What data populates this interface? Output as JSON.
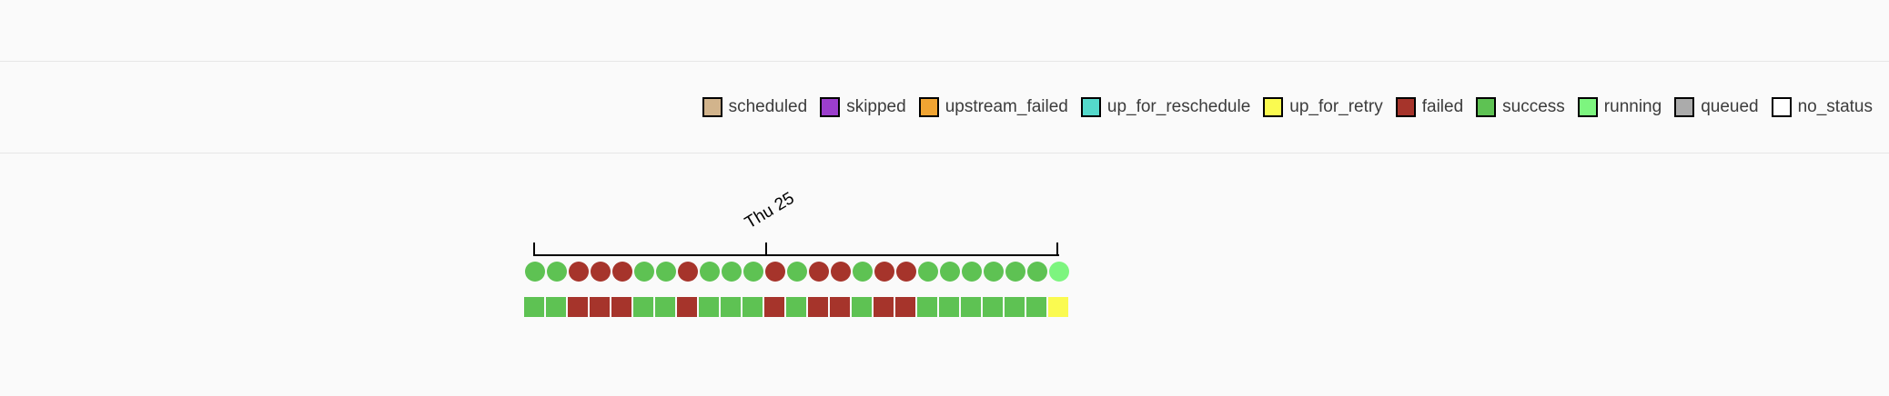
{
  "app": {
    "name": "airflow-tree-view",
    "background_color": "#FAFAFA",
    "divider_color": "#E7E7E7"
  },
  "legend": {
    "items": [
      {
        "label": "scheduled",
        "color": "#D2B48C"
      },
      {
        "label": "skipped",
        "color": "#9C3ECD"
      },
      {
        "label": "upstream_failed",
        "color": "#F0A432"
      },
      {
        "label": "up_for_reschedule",
        "color": "#54D9CB"
      },
      {
        "label": "up_for_retry",
        "color": "#FAFA50"
      },
      {
        "label": "failed",
        "color": "#A6342B"
      },
      {
        "label": "success",
        "color": "#5EC253"
      },
      {
        "label": "running",
        "color": "#7DF57F"
      },
      {
        "label": "queued",
        "color": "#ABABAB"
      },
      {
        "label": "no_status",
        "color": "#FFFFFF"
      }
    ]
  },
  "chart_data": {
    "type": "status-grid",
    "axis_label": "Thu 25",
    "dag_runs": [
      "success",
      "success",
      "failed",
      "failed",
      "failed",
      "success",
      "success",
      "failed",
      "success",
      "success",
      "success",
      "failed",
      "success",
      "failed",
      "failed",
      "success",
      "failed",
      "failed",
      "success",
      "success",
      "success",
      "success",
      "success",
      "success",
      "running"
    ],
    "task_instances": [
      "success",
      "success",
      "failed",
      "failed",
      "failed",
      "success",
      "success",
      "failed",
      "success",
      "success",
      "success",
      "failed",
      "success",
      "failed",
      "failed",
      "success",
      "failed",
      "failed",
      "success",
      "success",
      "success",
      "success",
      "success",
      "success",
      "up_for_retry"
    ]
  }
}
